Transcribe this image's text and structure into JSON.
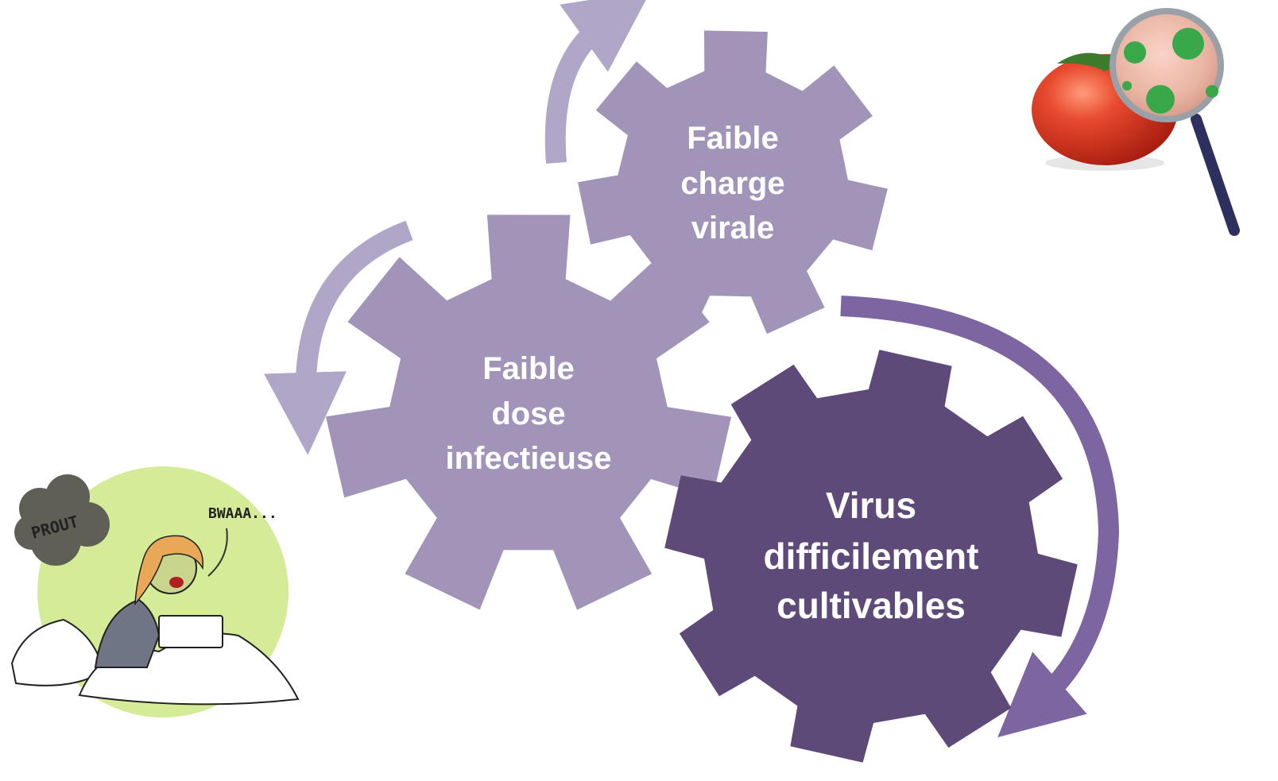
{
  "gears": {
    "top": {
      "lines": [
        "Faible",
        "charge",
        "virale"
      ],
      "color": "#a294b8"
    },
    "left": {
      "lines": [
        "Faible",
        "dose",
        "infectieuse"
      ],
      "color": "#a294b8"
    },
    "right": {
      "lines": [
        "Virus",
        "difficilement",
        "cultivables"
      ],
      "color": "#5e4a78"
    }
  },
  "arrows": {
    "light_color": "#b0a6c8",
    "dark_color": "#7c65a0"
  },
  "illustrations": {
    "comic": {
      "text_prout": "PROUT",
      "text_bwaaa": "BWAAA...",
      "background": "#d4eb98"
    },
    "tomato_magnifier": {
      "tomato_color": "#d8402a",
      "virus_color": "#39a84a"
    }
  }
}
